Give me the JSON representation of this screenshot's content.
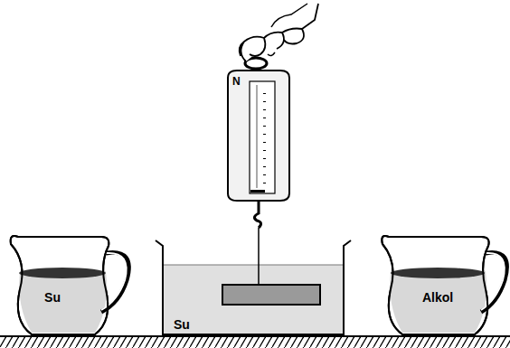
{
  "diagram": {
    "labels": [
      "N",
      "Su",
      "Su",
      "Alkol"
    ]
  }
}
